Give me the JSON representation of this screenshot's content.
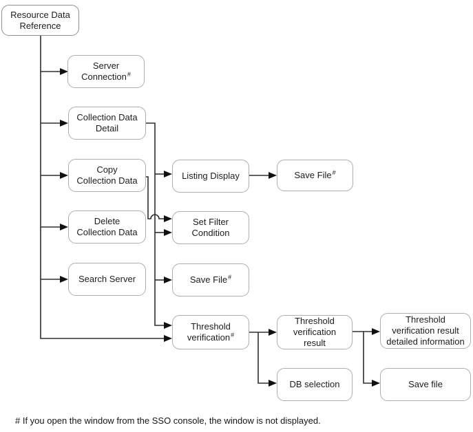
{
  "diagram": {
    "title_node": "Resource Data Reference",
    "footnote": "# If you open the window from the SSO console, the window is not displayed.",
    "colors": {
      "background": "#ffffff",
      "box_border": "#adadad",
      "root_box_border": "#8f8f8f",
      "connector_line": "#2e2e2e",
      "arrowhead": "#111111",
      "text": "#1c1c1c"
    },
    "boxes": [
      {
        "id": "resource_data_reference",
        "lines": [
          "Resource Data",
          "Reference"
        ]
      },
      {
        "id": "server_connection",
        "lines": [
          "Server",
          "Connection"
        ],
        "sup": "#"
      },
      {
        "id": "collection_data_detail",
        "lines": [
          "Collection Data",
          "Detail"
        ]
      },
      {
        "id": "copy_collection_data",
        "lines": [
          "Copy",
          "Collection Data"
        ]
      },
      {
        "id": "delete_collection_data",
        "lines": [
          "Delete",
          "Collection Data"
        ]
      },
      {
        "id": "search_server",
        "lines": [
          "Search Server"
        ]
      },
      {
        "id": "listing_display",
        "lines": [
          "Listing Display"
        ]
      },
      {
        "id": "save_file_top",
        "lines": [
          "Save File"
        ],
        "sup": "#"
      },
      {
        "id": "set_filter_condition",
        "lines": [
          "Set Filter",
          "Condition"
        ]
      },
      {
        "id": "save_file_middle",
        "lines": [
          "Save File"
        ],
        "sup": "#"
      },
      {
        "id": "threshold_verification",
        "lines": [
          "Threshold",
          "verification"
        ],
        "sup": "#"
      },
      {
        "id": "threshold_verification_result",
        "lines": [
          "Threshold",
          "verification",
          "result"
        ]
      },
      {
        "id": "threshold_verification_result_detailed",
        "lines": [
          "Threshold",
          "verification result",
          "detailed information"
        ]
      },
      {
        "id": "db_selection",
        "lines": [
          "DB selection"
        ]
      },
      {
        "id": "save_file_bottom",
        "lines": [
          "Save file"
        ]
      }
    ],
    "edges": [
      {
        "from": "resource_data_reference",
        "to": "server_connection"
      },
      {
        "from": "resource_data_reference",
        "to": "collection_data_detail"
      },
      {
        "from": "resource_data_reference",
        "to": "copy_collection_data"
      },
      {
        "from": "resource_data_reference",
        "to": "delete_collection_data"
      },
      {
        "from": "resource_data_reference",
        "to": "search_server"
      },
      {
        "from": "resource_data_reference",
        "to": "threshold_verification"
      },
      {
        "from": "collection_data_detail",
        "to": "listing_display"
      },
      {
        "from": "collection_data_detail",
        "to": "set_filter_condition"
      },
      {
        "from": "collection_data_detail",
        "to": "save_file_middle"
      },
      {
        "from": "collection_data_detail",
        "to": "threshold_verification"
      },
      {
        "from": "copy_collection_data",
        "to": "set_filter_condition"
      },
      {
        "from": "listing_display",
        "to": "save_file_top"
      },
      {
        "from": "threshold_verification",
        "to": "threshold_verification_result"
      },
      {
        "from": "threshold_verification",
        "to": "db_selection"
      },
      {
        "from": "threshold_verification_result",
        "to": "threshold_verification_result_detailed"
      },
      {
        "from": "threshold_verification_result",
        "to": "save_file_bottom"
      }
    ]
  }
}
